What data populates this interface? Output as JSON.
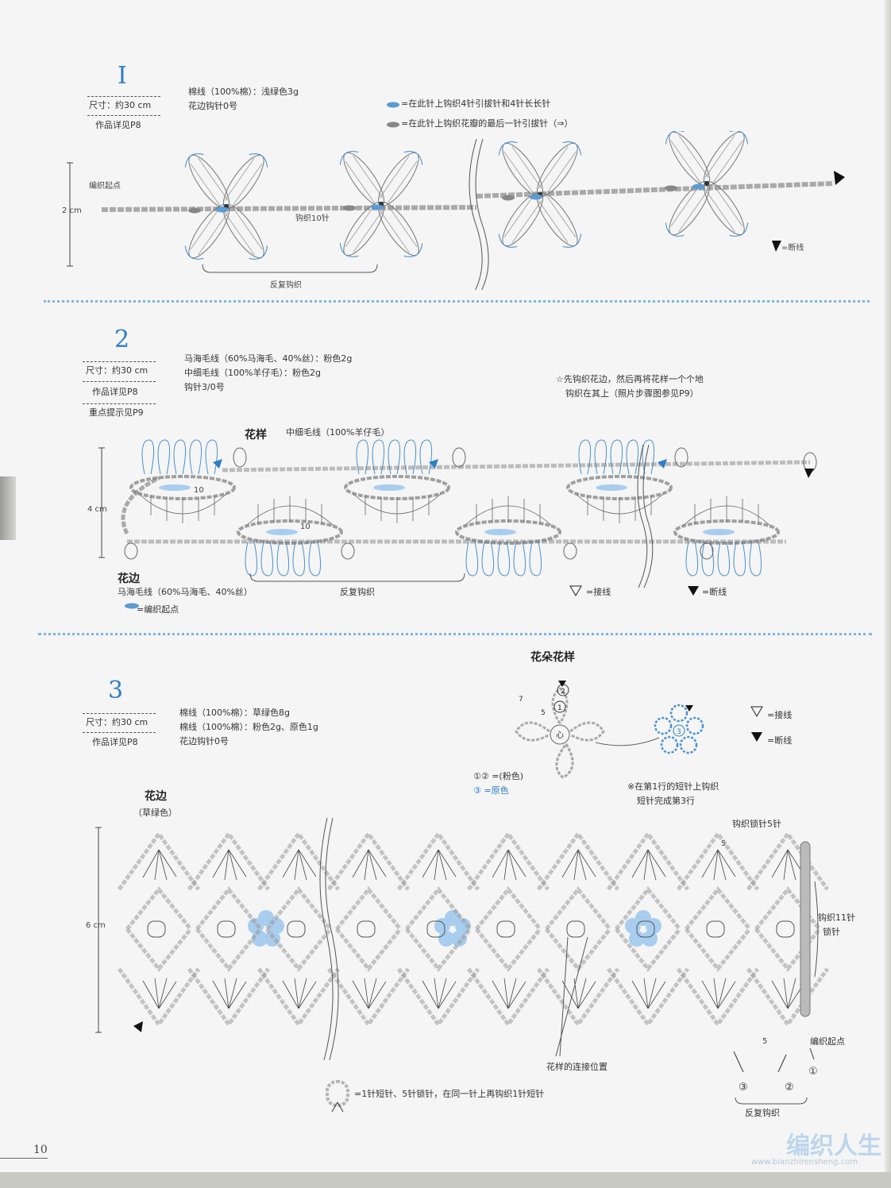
{
  "section1": {
    "number": "I",
    "size": "尺寸：约30 cm",
    "ref": "作品详见P8",
    "material1": "棉线（100%棉）：浅绿色3g",
    "material2": "花边钩针0号",
    "legend_blue": "=在此针上钩织4针引拔针和4针长长针",
    "legend_gray": "=在此针上钩织花瓣的最后一针引拔针（⇒）",
    "start": "编织起点",
    "chain10": "钩织10针",
    "repeat": "反复钩织",
    "height": "2 cm",
    "cut": "=断线"
  },
  "section2": {
    "number": "2",
    "size": "尺寸：约30 cm",
    "ref": "作品详见P8",
    "tip": "重点提示见P9",
    "material1": "马海毛线（60%马海毛、40%丝）：粉色2g",
    "material2": "中细毛线（100%羊仔毛）：粉色2g",
    "material3": "钩针3/0号",
    "note1": "☆先钩织花边，然后再将花样一个个地",
    "note2": "钩织在其上（照片步骤图参见P9）",
    "pattern_title": "花样",
    "pattern_yarn": "中细毛线（100%羊仔毛）",
    "edge_title": "花边",
    "edge_yarn": "马海毛线（60%马海毛、40%丝）",
    "start_mark": "=编织起点",
    "repeat": "反复钩织",
    "join": "=接线",
    "cut": "=断线",
    "height": "4 cm",
    "count": "10"
  },
  "section3": {
    "number": "3",
    "size": "尺寸：约30 cm",
    "ref": "作品详见P8",
    "material1": "棉线（100%棉）：草绿色8g",
    "material2": "棉线（100%棉）：粉色2g、原色1g",
    "material3": "花边钩针0号",
    "flower_title": "花朵花样",
    "flower_center": "心",
    "legend_12": "①② =(粉色)",
    "legend_3": "③ =原色",
    "join": "=接线",
    "cut": "=断线",
    "note1": "※在第1行的短针上钩织",
    "note2": "短针完成第3行",
    "edge_title": "花边",
    "edge_color": "（草绿色）",
    "chain5": "钩织锁针5针",
    "chain11a": "钩织11针",
    "chain11b": "锁针",
    "start": "编织起点",
    "connect": "花样的连接位置",
    "stitch_note": "=1针短针、5针锁针，在同一针上再钩织1针短针",
    "repeat": "反复钩织",
    "height": "6 cm",
    "r1": "①",
    "r2": "②",
    "r3": "③",
    "five": "5",
    "seven": "7"
  },
  "page_number": "10",
  "watermark": "编织人生",
  "watermark_url": "www.bianzhirensheng.com"
}
